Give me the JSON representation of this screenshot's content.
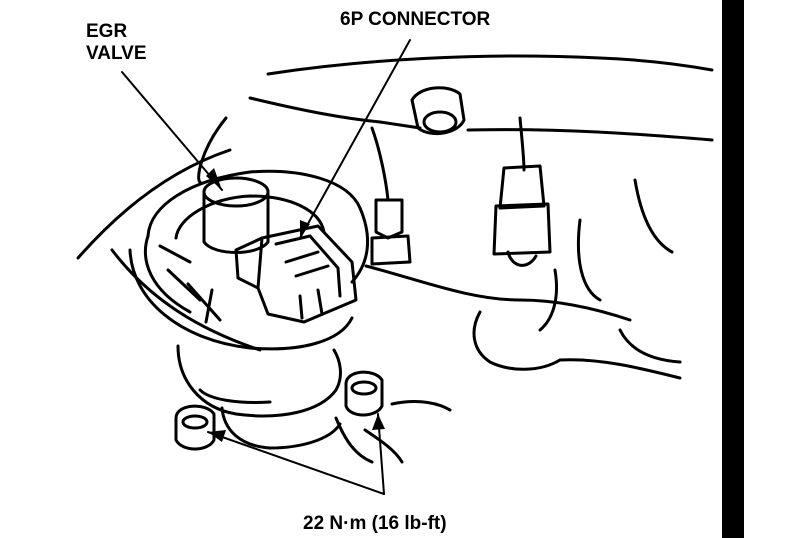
{
  "labels": {
    "egr_line1": "EGR",
    "egr_line2": "VALVE",
    "connector": "6P CONNECTOR",
    "torque": "22 N·m (16 lb-ft)"
  },
  "colors": {
    "ink": "#000000",
    "paper": "#ffffff"
  }
}
